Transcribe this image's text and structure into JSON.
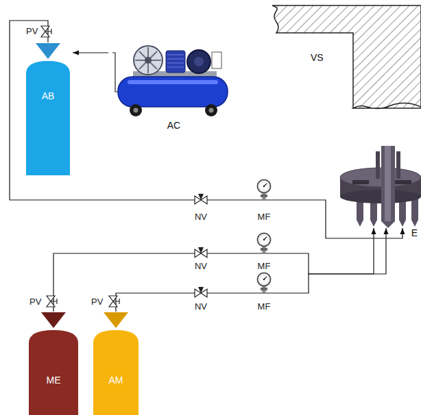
{
  "diagram": {
    "nodes": [
      {
        "text": [
          "AB"
        ]
      },
      {
        "text": [
          "AC"
        ]
      },
      {
        "text": [
          "VS"
        ]
      },
      {
        "text": [
          "E"
        ]
      },
      {
        "text": [
          "ME"
        ]
      },
      {
        "text": [
          "AM"
        ]
      }
    ],
    "edges": [
      {
        "from": 1,
        "to": 0,
        "arrow": "to"
      },
      {
        "from": 0,
        "to": 3,
        "arrow": "to"
      },
      {
        "from": 4,
        "to": 3,
        "arrow": "to"
      },
      {
        "from": 5,
        "to": 3,
        "arrow": "to"
      }
    ],
    "labels": [
      "PV",
      "NV",
      "MF",
      "NV",
      "MF",
      "NV",
      "MF",
      "PV",
      "PV"
    ]
  }
}
